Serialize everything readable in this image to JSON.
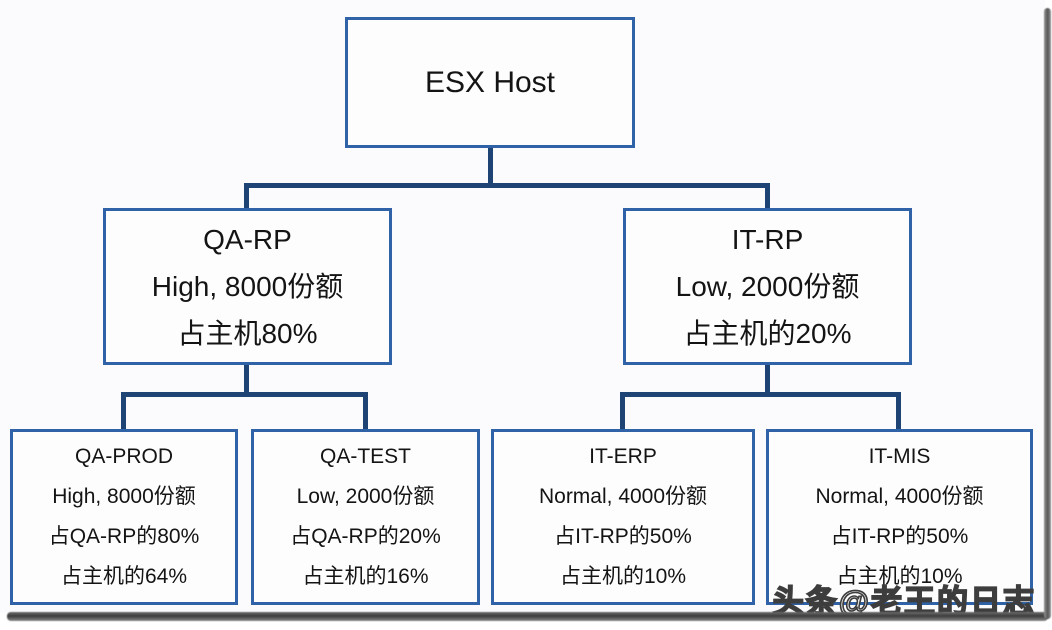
{
  "diagram": {
    "title": "ESX Host resource pool hierarchy",
    "root": {
      "name": "ESX Host"
    },
    "level2": [
      {
        "id": "qa-rp",
        "lines": [
          "QA-RP",
          "High, 8000份额",
          "占主机80%"
        ]
      },
      {
        "id": "it-rp",
        "lines": [
          "IT-RP",
          "Low, 2000份额",
          "占主机的20%"
        ]
      }
    ],
    "level3": [
      {
        "id": "qa-prod",
        "parent": "qa-rp",
        "lines": [
          "QA-PROD",
          "High, 8000份额",
          "占QA-RP的80%",
          "占主机的64%"
        ]
      },
      {
        "id": "qa-test",
        "parent": "qa-rp",
        "lines": [
          "QA-TEST",
          "Low, 2000份额",
          "占QA-RP的20%",
          "占主机的16%"
        ]
      },
      {
        "id": "it-erp",
        "parent": "it-rp",
        "lines": [
          "IT-ERP",
          "Normal, 4000份额",
          "占IT-RP的50%",
          "占主机的10%"
        ]
      },
      {
        "id": "it-mis",
        "parent": "it-rp",
        "lines": [
          "IT-MIS",
          "Normal, 4000份额",
          "占IT-RP的50%",
          "占主机的10%"
        ]
      }
    ]
  },
  "watermark": "头条@老王的日志",
  "colors": {
    "page_bg": "#fbfafd",
    "box_fill": "#fdfdfe",
    "box_border": "#2f62a7",
    "connector": "#1e4476",
    "text": "#141414",
    "watermark_fill": "#f2f2f2",
    "watermark_outline": "#3d3d3d",
    "shadow": "#3c3c3c"
  }
}
